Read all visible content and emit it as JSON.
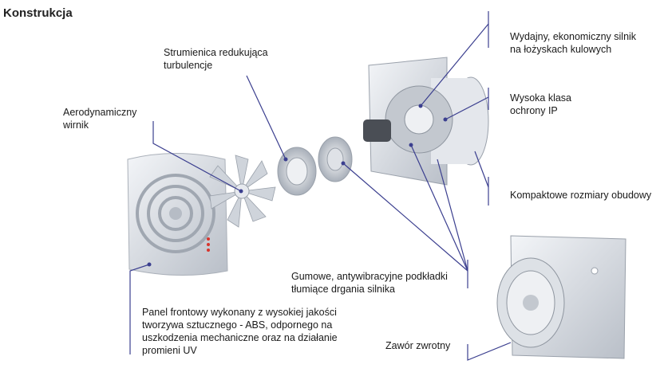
{
  "title": "Konstrukcja",
  "labels": {
    "impeller": [
      "Aerodynamiczny",
      "wirnik"
    ],
    "nozzle": [
      "Strumienica redukująca",
      "turbulencje"
    ],
    "motor": [
      "Wydajny, ekonomiczny silnik",
      "na łożyskach kulowych"
    ],
    "ip_class": [
      "Wysoka klasa",
      "ochrony IP"
    ],
    "compact": [
      "Kompaktowe rozmiary obudowy"
    ],
    "dampers": [
      "Gumowe, antywibracyjne podkładki",
      "tłumiące drgania silnika"
    ],
    "front_panel": [
      "Panel frontowy wykonany z wysokiej jakości",
      "tworzywa sztucznego - ABS, odpornego na",
      "uszkodzenia mechaniczne oraz na działanie",
      "promieni UV"
    ],
    "check_valve": [
      "Zawór zwrotny"
    ]
  },
  "colors": {
    "leader": "#3b3f8f",
    "part": "#d9dde3",
    "part_dark": "#9aa1ab",
    "led": "#d8342c"
  }
}
